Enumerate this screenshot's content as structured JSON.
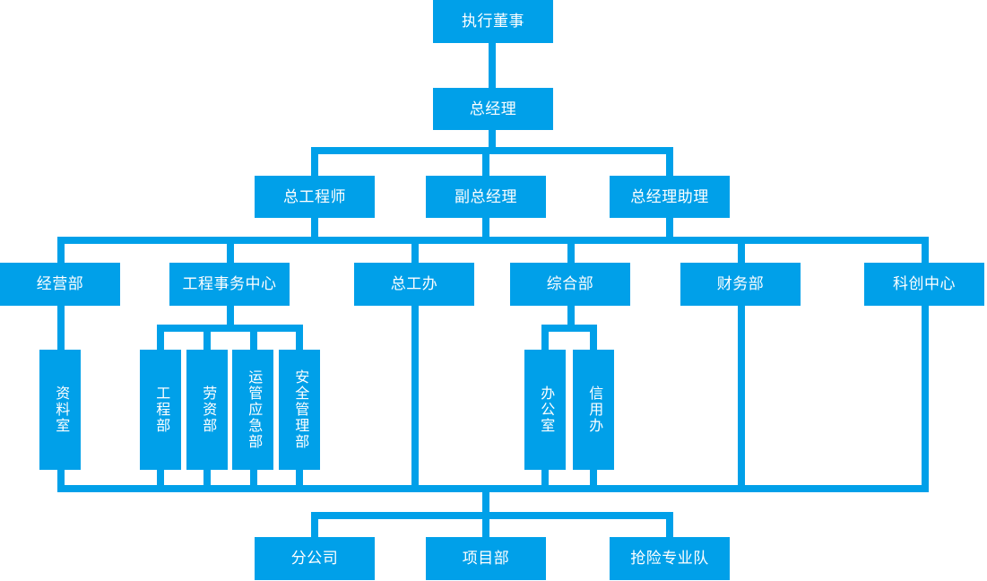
{
  "chart": {
    "title_present": false,
    "type": "org-chart",
    "accent_color": "#00a0e9",
    "text_color": "#ffffff",
    "background": "#ffffff",
    "orientation": "top-down"
  },
  "nodes": {
    "executive_director": "执行董事",
    "general_manager": "总经理",
    "chief_engineer": "总工程师",
    "deputy_gm": "副总经理",
    "gm_assistant": "总经理助理",
    "operations_dept": "经营部",
    "engineering_affairs_center": "工程事务中心",
    "chief_engineer_office": "总工办",
    "comprehensive_dept": "综合部",
    "finance_dept": "财务部",
    "innovation_center": "科创中心",
    "archives_room": "资料室",
    "engineering_dept": "工程部",
    "labor_dept": "劳资部",
    "operations_emergency_dept": "运管应急部",
    "safety_management_dept": "安全管理部",
    "office": "办公室",
    "credit_office": "信用办",
    "branch_company": "分公司",
    "project_dept": "项目部",
    "emergency_rescue_team": "抢险专业队"
  },
  "levels": [
    {
      "name": "level-1",
      "items": [
        "执行董事"
      ]
    },
    {
      "name": "level-2",
      "items": [
        "总经理"
      ]
    },
    {
      "name": "level-3",
      "items": [
        "总工程师",
        "副总经理",
        "总经理助理"
      ]
    },
    {
      "name": "level-4",
      "items": [
        "经营部",
        "工程事务中心",
        "总工办",
        "综合部",
        "财务部",
        "科创中心"
      ]
    },
    {
      "name": "level-5",
      "items": [
        "资料室",
        "工程部",
        "劳资部",
        "运管应急部",
        "安全管理部",
        "办公室",
        "信用办"
      ]
    },
    {
      "name": "level-6",
      "items": [
        "分公司",
        "项目部",
        "抢险专业队"
      ]
    }
  ]
}
